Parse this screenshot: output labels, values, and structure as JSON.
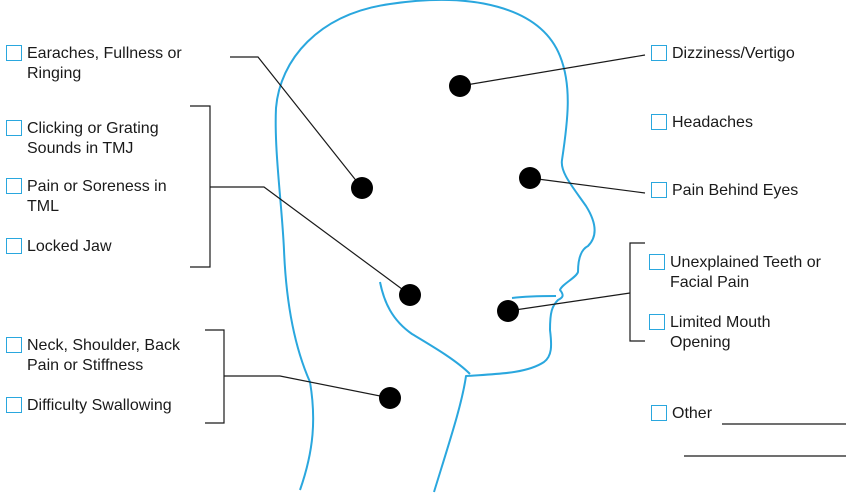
{
  "header_fragment": "",
  "checkboxes": [
    {
      "id": "earaches",
      "label": "Earaches, Fullness or\nRinging",
      "checked": false
    },
    {
      "id": "clicking",
      "label": "Clicking or Grating\nSounds in TMJ",
      "checked": false
    },
    {
      "id": "pain-tml",
      "label": "Pain or Soreness in\nTML",
      "checked": false
    },
    {
      "id": "locked-jaw",
      "label": "Locked Jaw",
      "checked": false
    },
    {
      "id": "neck",
      "label": "Neck, Shoulder, Back\nPain or Stiffness",
      "checked": false
    },
    {
      "id": "swallowing",
      "label": "Difficulty Swallowing",
      "checked": false
    },
    {
      "id": "dizziness",
      "label": "Dizziness/Vertigo",
      "checked": false
    },
    {
      "id": "headaches",
      "label": "Headaches",
      "checked": false
    },
    {
      "id": "pain-eyes",
      "label": "Pain Behind Eyes",
      "checked": false
    },
    {
      "id": "teeth",
      "label": "Unexplained Teeth or\nFacial Pain",
      "checked": false
    },
    {
      "id": "mouth",
      "label": "Limited Mouth\nOpening",
      "checked": false
    },
    {
      "id": "other",
      "label": "Other",
      "checked": false
    }
  ],
  "colors": {
    "outline": "#2aa7de",
    "dot": "#000000",
    "leader": "#1a1a1a"
  },
  "icons": {
    "checkbox": "checkbox-icon",
    "point": "pain-point-icon"
  }
}
